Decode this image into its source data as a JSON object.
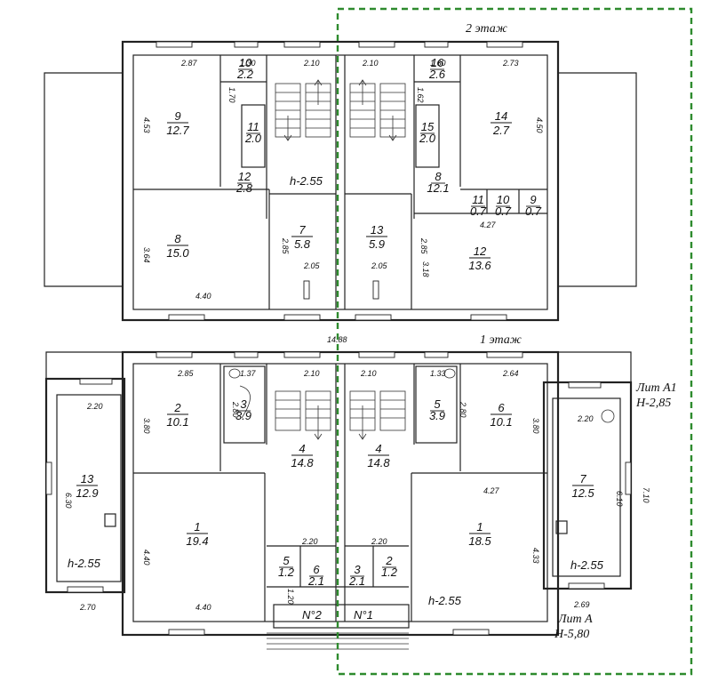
{
  "floors": {
    "upper": "2 этаж",
    "lower": "1 этаж"
  },
  "lit": {
    "a1": "Лит А1",
    "a1_h": "Н-2,85",
    "a": "Лит А",
    "a_h": "Н-5,80"
  },
  "entrances": {
    "e2": "N°2",
    "e1": "N°1"
  },
  "center_dim": "14.88",
  "heights": {
    "upper": "h-2.55",
    "left": "h-2.55",
    "right": "h-2.55",
    "center": "h-2.55"
  },
  "upper_rooms": [
    {
      "n": "9",
      "a": "12.7"
    },
    {
      "n": "10",
      "a": "2.2"
    },
    {
      "n": "11",
      "a": "2.0"
    },
    {
      "n": "12",
      "a": "2.8"
    },
    {
      "n": "8",
      "a": "15.0"
    },
    {
      "n": "7",
      "a": "5.8"
    },
    {
      "n": "13",
      "a": "5.9"
    },
    {
      "n": "16",
      "a": "2.6"
    },
    {
      "n": "15",
      "a": "2.0"
    },
    {
      "n": "8",
      "a": "12.1"
    },
    {
      "n": "14",
      "a": "2.7"
    },
    {
      "n": "11",
      "a": "0.7"
    },
    {
      "n": "10",
      "a": "0.7"
    },
    {
      "n": "9",
      "a": "0.7"
    },
    {
      "n": "12",
      "a": "13.6"
    }
  ],
  "lower_rooms": [
    {
      "n": "2",
      "a": "10.1"
    },
    {
      "n": "3",
      "a": "3.9"
    },
    {
      "n": "4",
      "a": "14.8"
    },
    {
      "n": "4",
      "a": "14.8"
    },
    {
      "n": "5",
      "a": "3.9"
    },
    {
      "n": "6",
      "a": "10.1"
    },
    {
      "n": "13",
      "a": "12.9"
    },
    {
      "n": "1",
      "a": "19.4"
    },
    {
      "n": "5",
      "a": "1.2"
    },
    {
      "n": "6",
      "a": "2.1"
    },
    {
      "n": "3",
      "a": "2.1"
    },
    {
      "n": "2",
      "a": "1.2"
    },
    {
      "n": "1",
      "a": "18.5"
    },
    {
      "n": "7",
      "a": "12.5"
    }
  ],
  "upper_dims": [
    "2.87",
    "1.30",
    "1.70",
    "2.10",
    "2.10",
    "1.60",
    "1.62",
    "2.73",
    "4.53",
    "4.50",
    "3.64",
    "2.85",
    "2.85",
    "3.18",
    "2.05",
    "2.05",
    "4.40",
    "4.27"
  ],
  "lower_dims": [
    "2.85",
    "1.37",
    "2.10",
    "2.10",
    "1.33",
    "2.64",
    "2.20",
    "2.20",
    "3.80",
    "2.80",
    "2.80",
    "3.80",
    "6.30",
    "6.10",
    "7.10",
    "4.40",
    "4.33",
    "4.27",
    "2.20",
    "2.20",
    "1.20",
    "2.70",
    "4.40",
    "2.69"
  ],
  "colors": {
    "walls": "#222222",
    "selection": "#2e8b2e"
  }
}
